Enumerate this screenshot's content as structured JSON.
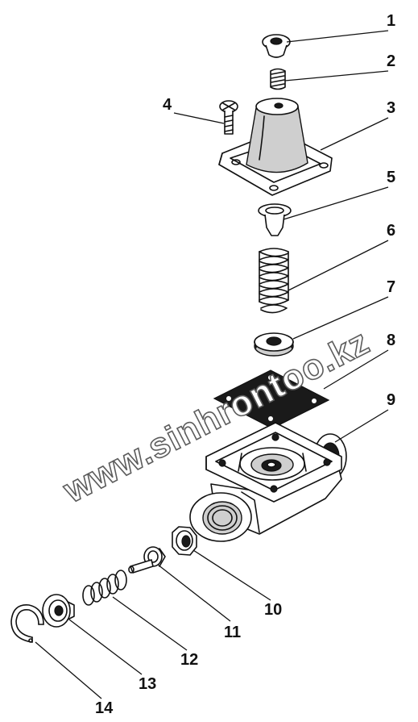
{
  "watermark": "www.sinhrontoo.kz",
  "callouts": [
    {
      "label": "1"
    },
    {
      "label": "2"
    },
    {
      "label": "3"
    },
    {
      "label": "4"
    },
    {
      "label": "5"
    },
    {
      "label": "6"
    },
    {
      "label": "7"
    },
    {
      "label": "8"
    },
    {
      "label": "9"
    },
    {
      "label": "10"
    },
    {
      "label": "11"
    },
    {
      "label": "12"
    },
    {
      "label": "13"
    },
    {
      "label": "14"
    }
  ],
  "parts": [
    "cap",
    "set-screw",
    "spring-cover",
    "bolt",
    "spring-seat",
    "large-spring",
    "plate",
    "gasket",
    "valve-body",
    "nut",
    "valve-stem",
    "small-spring",
    "valve-seat",
    "retaining-ring"
  ]
}
